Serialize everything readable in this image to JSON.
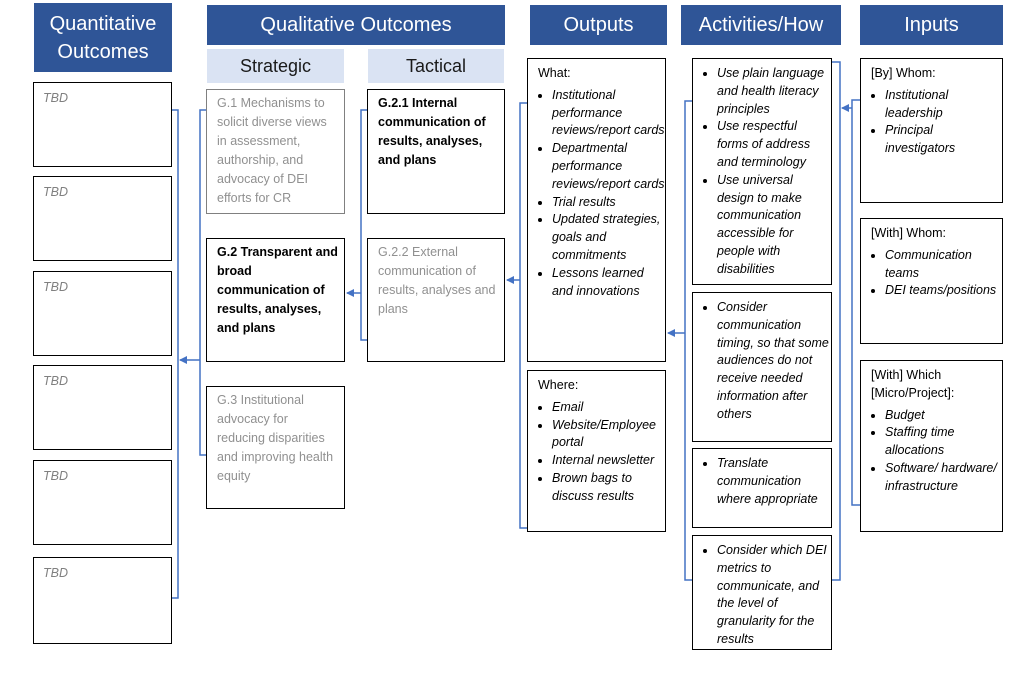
{
  "headers": {
    "quantitative": "Quantitative Outcomes",
    "qualitative": "Qualitative Outcomes",
    "strategic": "Strategic",
    "tactical": "Tactical",
    "outputs": "Outputs",
    "activities": "Activities/How",
    "inputs": "Inputs"
  },
  "quantitative_boxes": [
    "TBD",
    "TBD",
    "TBD",
    "TBD",
    "TBD",
    "TBD"
  ],
  "strategic": [
    {
      "text": "G.1 Mechanisms to solicit diverse views in assessment, authorship, and advocacy of DEI efforts for CR"
    },
    {
      "text": "G.2 Transparent and broad communication of results, analyses, and plans"
    },
    {
      "text": "G.3 Institutional advocacy for reducing disparities and improving health equity"
    }
  ],
  "tactical": [
    {
      "text": "G.2.1 Internal communication of results, analyses, and plans"
    },
    {
      "text": "G.2.2 External communication of results, analyses and plans"
    }
  ],
  "outputs": {
    "what": {
      "title": "What:",
      "items": [
        "Institutional performance reviews/report cards",
        "Departmental performance reviews/report cards",
        "Trial results",
        "Updated strategies, goals and commitments",
        " Lessons learned and innovations"
      ]
    },
    "where": {
      "title": "Where:",
      "items": [
        "Email",
        "Website/Employee portal",
        "Internal newsletter",
        "Brown bags to discuss results"
      ]
    }
  },
  "activities": [
    {
      "items": [
        "Use plain language and health literacy principles",
        "Use respectful forms of address and terminology",
        "Use universal design to make communication accessible for people with disabilities"
      ]
    },
    {
      "items": [
        "Consider communication timing, so that some audiences do not receive needed information after others"
      ]
    },
    {
      "items": [
        "Translate communication where appropriate"
      ]
    },
    {
      "items": [
        "Consider which DEI metrics to communicate, and the level of granularity for the results"
      ]
    }
  ],
  "inputs": [
    {
      "title": "[By] Whom:",
      "items": [
        "Institutional leadership",
        "Principal investigators"
      ]
    },
    {
      "title": "[With] Whom:",
      "items": [
        "Communication teams",
        "DEI teams/positions"
      ]
    },
    {
      "title": "[With] Which [Micro/Project]:",
      "items": [
        "Budget",
        "Staffing time allocations",
        "Software/ hardware/ infrastructure"
      ]
    }
  ],
  "colors": {
    "header_bg": "#2f5597",
    "subheader_bg": "#dae3f3",
    "connector": "#4472c4"
  }
}
